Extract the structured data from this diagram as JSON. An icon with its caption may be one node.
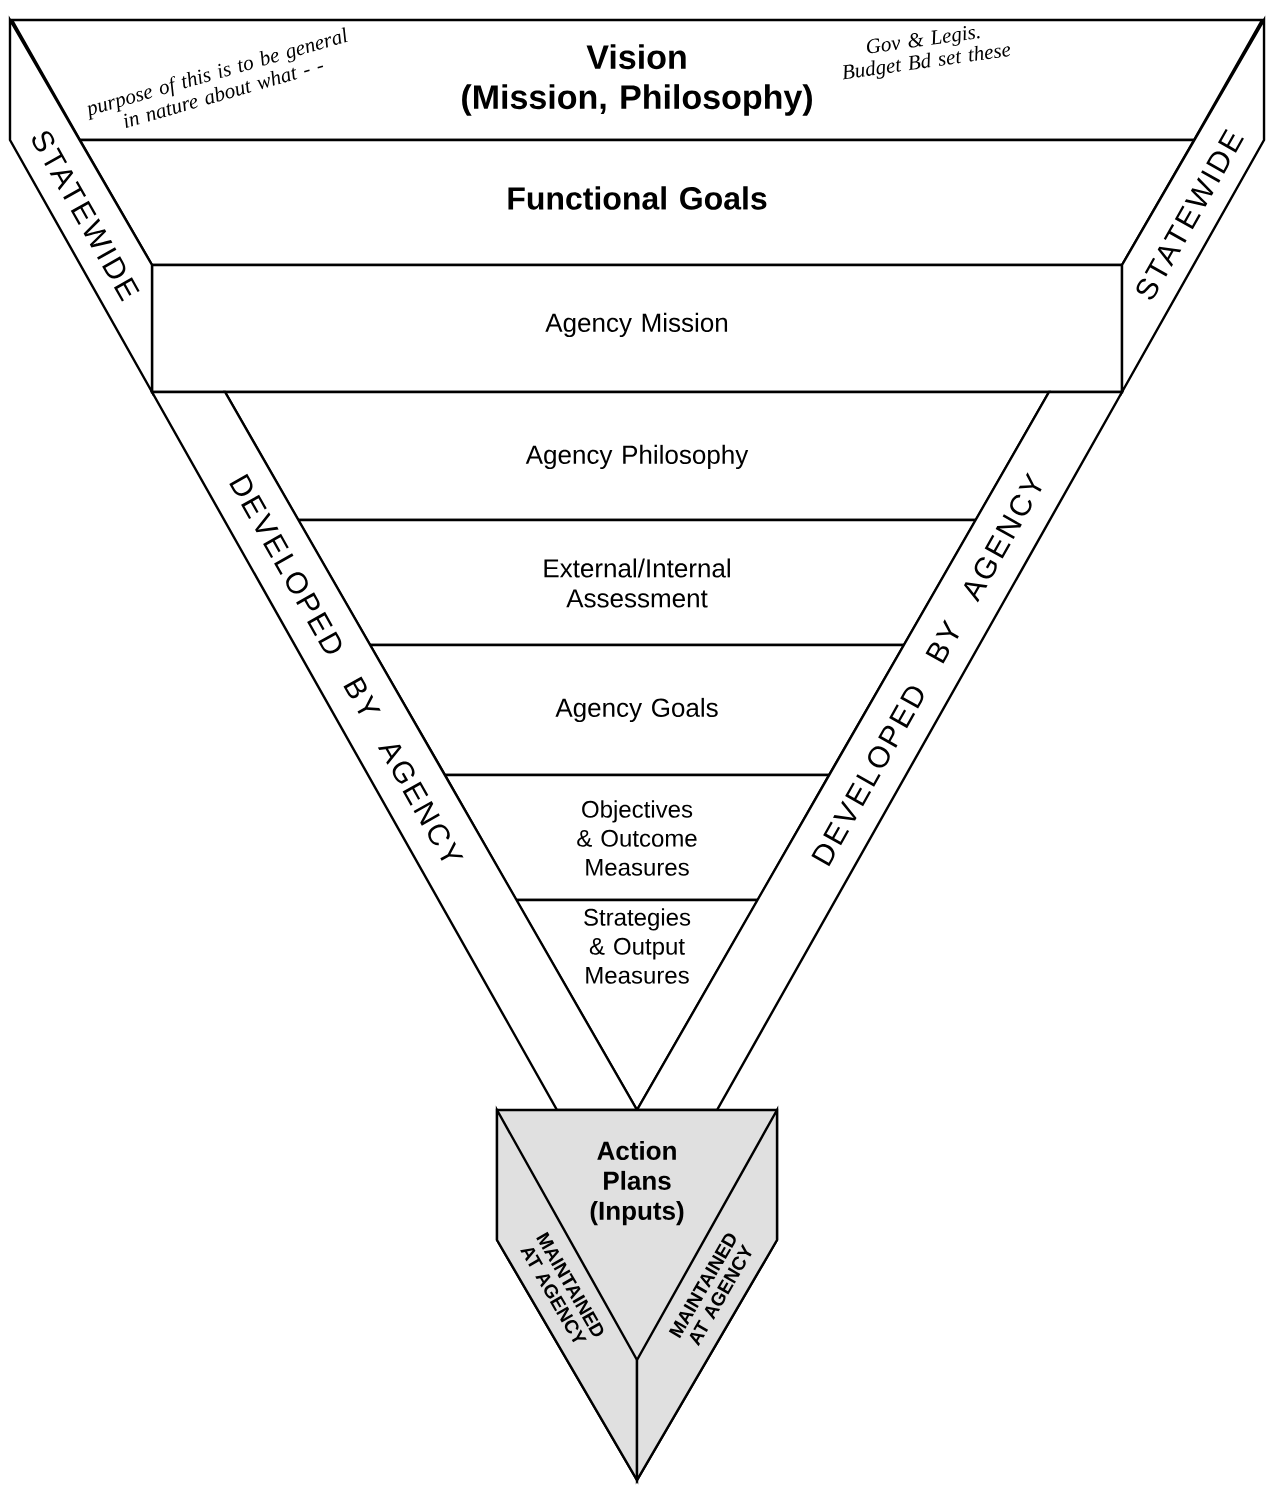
{
  "diagram": {
    "nodes": [
      {
        "text": [
          "Vision",
          "(Mission, Philosophy)"
        ]
      },
      {
        "text": [
          "Functional Goals"
        ]
      },
      {
        "text": [
          "Agency Mission"
        ]
      },
      {
        "text": [
          "Agency Philosophy"
        ]
      },
      {
        "text": [
          "External/Internal Assessment"
        ]
      },
      {
        "text": [
          "Agency Goals"
        ]
      },
      {
        "text": [
          "Objectives & Outcome Measures"
        ]
      },
      {
        "text": [
          "Strategies & Output Measures"
        ]
      },
      {
        "text": [
          "STATEWIDE"
        ]
      },
      {
        "text": [
          "STATEWIDE"
        ]
      },
      {
        "text": [
          "DEVELOPED BY AGENCY"
        ]
      },
      {
        "text": [
          "DEVELOPED BY AGENCY"
        ]
      },
      {
        "text": [
          "Action Plans (Inputs)"
        ]
      },
      {
        "text": [
          "MAINTAINED AT AGENCY"
        ],
        "in": 12
      },
      {
        "text": [
          "MAINTAINED AT AGENCY"
        ],
        "in": 12
      }
    ],
    "labels": [
      "purpose of this is to be general in nature about what - -",
      "Gov & Legis. Budget Bd set these"
    ]
  }
}
